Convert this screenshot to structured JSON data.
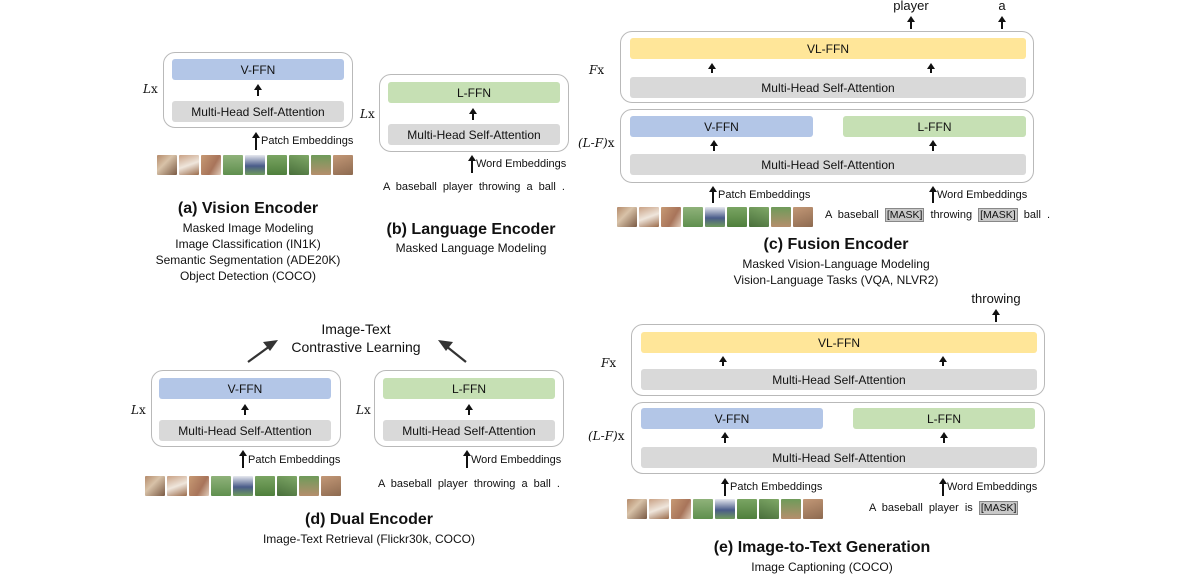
{
  "common": {
    "v_ffn": "V-FFN",
    "l_ffn": "L-FFN",
    "vl_ffn": "VL-FFN",
    "mhsa": "Multi-Head Self-Attention",
    "patch_embeddings": "Patch Embeddings",
    "word_embeddings": "Word Embeddings",
    "lx": "x",
    "lx_var": "L",
    "fx": "x",
    "fx_var": "F",
    "lfx": "x",
    "lfx_var": "(L-F)"
  },
  "panel_a": {
    "title": "(a) Vision Encoder",
    "tasks": [
      "Masked Image Modeling",
      "Image Classification (IN1K)",
      "Semantic Segmentation (ADE20K)",
      "Object Detection (COCO)"
    ]
  },
  "panel_b": {
    "title": "(b) Language Encoder",
    "tasks": [
      "Masked Language Modeling"
    ],
    "sentence": "A baseball player throwing a ball ."
  },
  "panel_c": {
    "title": "(c) Fusion Encoder",
    "tasks": [
      "Masked Vision-Language Modeling",
      "Vision-Language Tasks (VQA, NLVR2)"
    ],
    "outputs": [
      "player",
      "a"
    ],
    "sentence_parts": [
      "A baseball",
      "[MASK]",
      "throwing",
      "[MASK]",
      "ball ."
    ]
  },
  "panel_d": {
    "title": "(d) Dual Encoder",
    "tasks": [
      "Image-Text Retrieval (Flickr30k, COCO)"
    ],
    "objective": [
      "Image-Text",
      "Contrastive Learning"
    ],
    "sentence": "A baseball player throwing a ball ."
  },
  "panel_e": {
    "title": "(e) Image-to-Text Generation",
    "tasks": [
      "Image Captioning (COCO)"
    ],
    "output": "throwing",
    "sentence_parts": [
      "A baseball player is",
      "[MASK]"
    ]
  }
}
